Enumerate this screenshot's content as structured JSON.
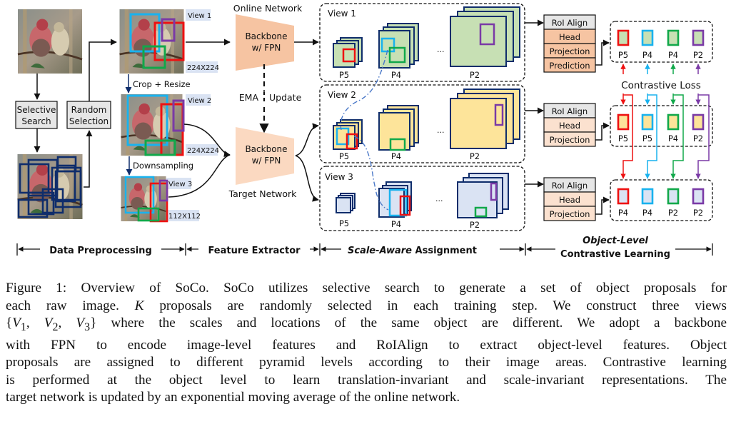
{
  "figure": {
    "preprocessing": {
      "selective_search_label": [
        "Selective",
        "Search"
      ],
      "random_selection_label": [
        "Random",
        "Selection"
      ],
      "crop_resize_label": "Crop + Resize",
      "downsampling_label": "Downsampling",
      "views": [
        {
          "label": "View 1",
          "size": "224X224"
        },
        {
          "label": "View 2",
          "size": "224X224"
        },
        {
          "label": "View 3",
          "size": "112X112"
        }
      ]
    },
    "extractor": {
      "online_label": "Online Network",
      "target_label": "Target Network",
      "backbone_label": [
        "Backbone",
        "w/ FPN"
      ],
      "ema_label_left": "EMA",
      "ema_label_right": "Update"
    },
    "assignment": {
      "ellipsis": "...",
      "views": [
        {
          "label": "View 1",
          "levels": [
            "P5",
            "P4",
            "P2"
          ]
        },
        {
          "label": "View 2",
          "levels": [
            "P5",
            "P4",
            "P2"
          ]
        },
        {
          "label": "View 3",
          "levels": [
            "P5",
            "P4",
            "P2"
          ]
        }
      ]
    },
    "heads": [
      {
        "rows": [
          "RoI Align",
          "Head",
          "Projection",
          "Prediction"
        ]
      },
      {
        "rows": [
          "RoI Align",
          "Head",
          "Projection"
        ]
      },
      {
        "rows": [
          "RoI Align",
          "Head",
          "Projection"
        ]
      }
    ],
    "outputs": [
      {
        "levels": [
          "P5",
          "P4",
          "P4",
          "P2"
        ]
      },
      {
        "levels": [
          "P5",
          "P5",
          "P4",
          "P2"
        ]
      },
      {
        "levels": [
          "P4",
          "P4",
          "P2",
          "P2"
        ]
      }
    ],
    "contrastive_loss_label": "Contrastive Loss",
    "stages": {
      "data_preprocessing": "Data Preprocessing",
      "feature_extractor": "Feature Extractor",
      "scale_aware_italic": "Scale-Aware",
      "scale_aware_rest": " Assignment",
      "object_level": "Object-Level",
      "contrastive_learning": "Contrastive Learning"
    },
    "colors": {
      "red": "#ee1111",
      "blue": "#19b2ee",
      "green": "#11a84a",
      "purple": "#7a3aa6",
      "navy": "#0f2d6b",
      "green_fill": "#c7e0b4",
      "yellow_fill": "#fde49a",
      "lavender_fill": "#dae3f3",
      "backbone_online": "#f6c4a2",
      "backbone_target": "#fbd9c1",
      "label_bg": "#dae3f3"
    }
  },
  "caption": {
    "l1": "Figure 1: Overview of SoCo. SoCo utilizes selective search to generate a set of object proposals for",
    "l2a": "each raw image. ",
    "l2k": "K",
    "l2b": " proposals are randomly selected in each training step. We construct three views",
    "l3a": "{",
    "l3v": "V",
    "l3s1": "1",
    "l3c1": ", ",
    "l3s2": "2",
    "l3s3": "3",
    "l3b": "} where the scales and locations of the same object are different. We adopt a backbone",
    "l4": "with FPN to encode image-level features and RoIAlign to extract object-level features.  Object",
    "l5": "proposals are assigned to different pyramid levels according to their image areas. Contrastive learning",
    "l6": "is performed at the object level to learn translation-invariant and scale-invariant representations. The",
    "l7": "target network is updated by an exponential moving average of the online network."
  }
}
